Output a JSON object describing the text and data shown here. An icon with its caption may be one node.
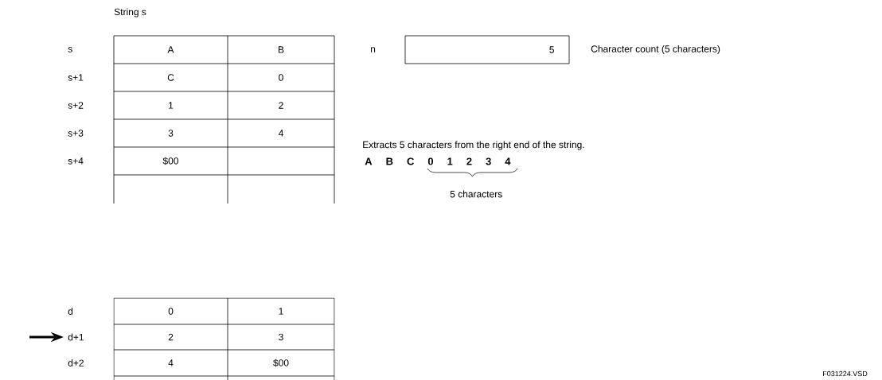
{
  "diagram": {
    "nodes": [
      {
        "text": [
          "5"
        ],
        "beside": [
          "n",
          "Character count (5 characters)"
        ]
      }
    ],
    "labels": [
      "String s",
      "s",
      "A",
      "B",
      "s+1",
      "C",
      "0",
      "s+2",
      "1",
      "2",
      "s+3",
      "3",
      "4",
      "s+4",
      "$00",
      "Extracts 5 characters from the right end of the string.",
      "A B C 0 1 2 3 4",
      "5 characters",
      "d",
      "0",
      "1",
      "d+1",
      "2",
      "3",
      "d+2",
      "4",
      "$00",
      "F031224.VSD"
    ]
  }
}
